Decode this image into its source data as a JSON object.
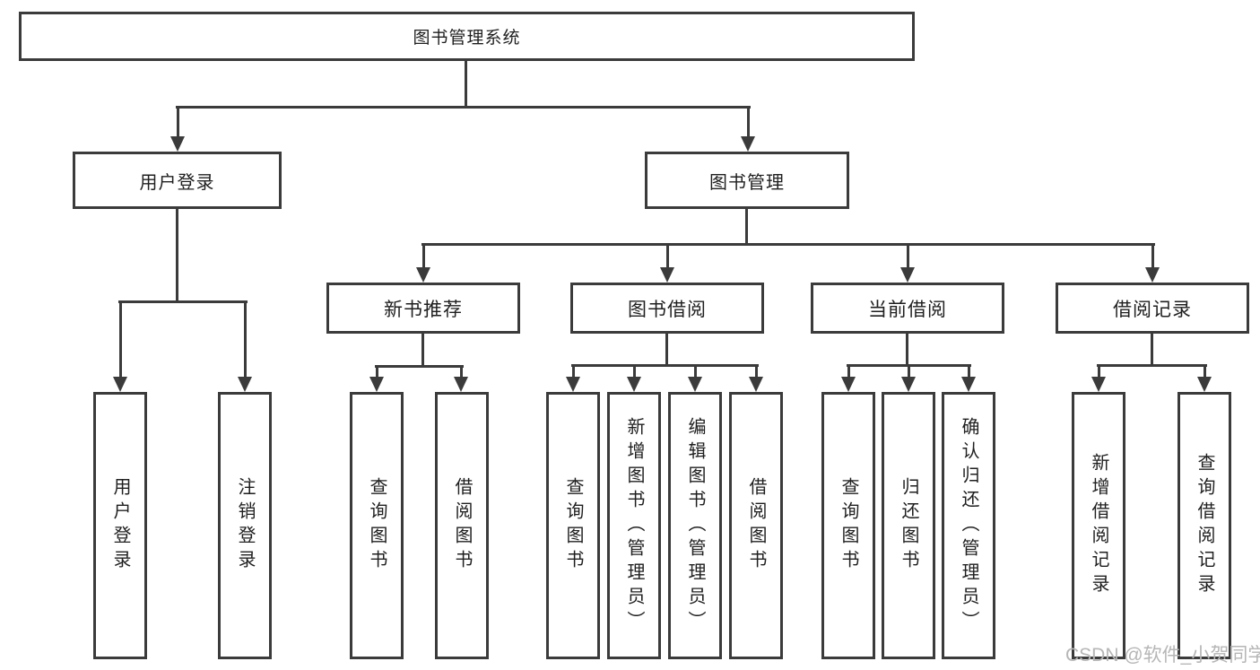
{
  "diagram_type": "hierarchy-tree",
  "colors": {
    "line": "#3b3b3b",
    "text": "#1f1f1f",
    "background": "#ffffff",
    "watermark": "#b6b6b6"
  },
  "nodes": {
    "root": "图书管理系统",
    "level1": [
      "用户登录",
      "图书管理"
    ],
    "level2": [
      "新书推荐",
      "图书借阅",
      "当前借阅",
      "借阅记录"
    ],
    "leaves_user_login": [
      "用户登录",
      "注销登录"
    ],
    "leaves_new_book": [
      "查询图书",
      "借阅图书"
    ],
    "leaves_book_borrow": [
      "查询图书",
      "新增图书（管理员）",
      "编辑图书（管理员）",
      "借阅图书"
    ],
    "leaves_current_borrow": [
      "查询图书",
      "归还图书",
      "确认归还（管理员）"
    ],
    "leaves_borrow_records": [
      "新增借阅记录",
      "查询借阅记录"
    ]
  },
  "watermark": "CSDN @软件_小贺同学"
}
